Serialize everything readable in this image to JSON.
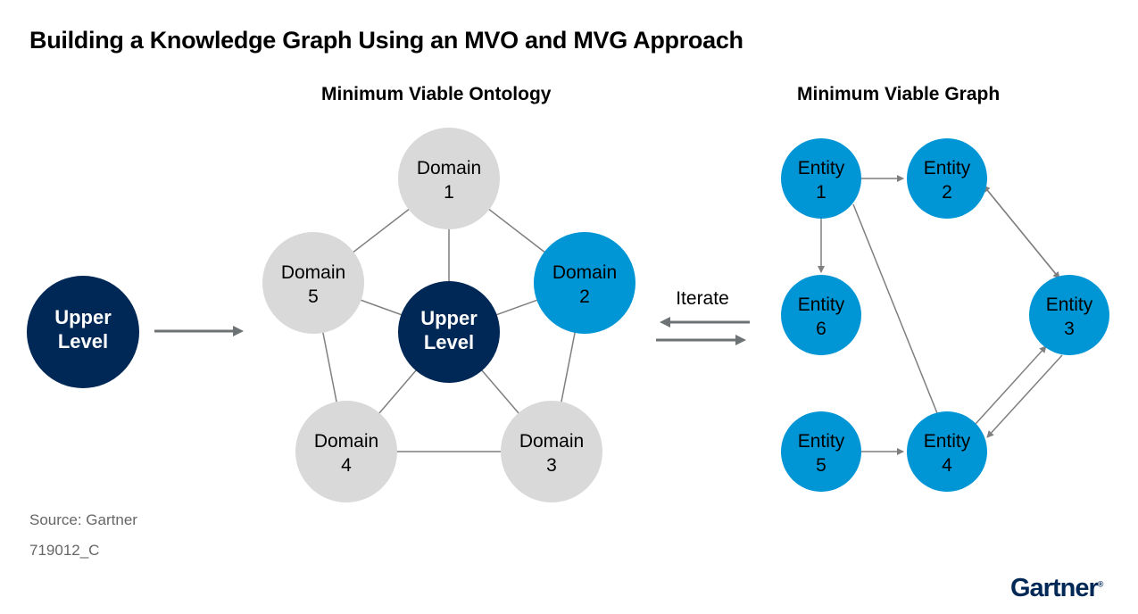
{
  "title": "Building a Knowledge Graph Using an MVO and MVG Approach",
  "sections": {
    "mvo": "Minimum Viable Ontology",
    "mvg": "Minimum Viable Graph"
  },
  "iterate_label": "Iterate",
  "upper_level": {
    "line1": "Upper",
    "line2": "Level"
  },
  "mvo_center": {
    "line1": "Upper",
    "line2": "Level"
  },
  "domains": [
    {
      "id": "domain-1",
      "line1": "Domain",
      "line2": "1",
      "highlighted": false
    },
    {
      "id": "domain-2",
      "line1": "Domain",
      "line2": "2",
      "highlighted": true
    },
    {
      "id": "domain-3",
      "line1": "Domain",
      "line2": "3",
      "highlighted": false
    },
    {
      "id": "domain-4",
      "line1": "Domain",
      "line2": "4",
      "highlighted": false
    },
    {
      "id": "domain-5",
      "line1": "Domain",
      "line2": "5",
      "highlighted": false
    }
  ],
  "entities": [
    {
      "id": "entity-1",
      "line1": "Entity",
      "line2": "1"
    },
    {
      "id": "entity-2",
      "line1": "Entity",
      "line2": "2"
    },
    {
      "id": "entity-3",
      "line1": "Entity",
      "line2": "3"
    },
    {
      "id": "entity-4",
      "line1": "Entity",
      "line2": "4"
    },
    {
      "id": "entity-5",
      "line1": "Entity",
      "line2": "5"
    },
    {
      "id": "entity-6",
      "line1": "Entity",
      "line2": "6"
    }
  ],
  "footer": {
    "source": "Source: Gartner",
    "code": "719012_C"
  },
  "logo": {
    "text": "Gartner",
    "mark": "®"
  },
  "colors": {
    "navy": "#002856",
    "blue": "#0096d6",
    "gray_node": "#d9d9d9",
    "line": "#7f7f7f",
    "arrow": "#6d7275"
  }
}
